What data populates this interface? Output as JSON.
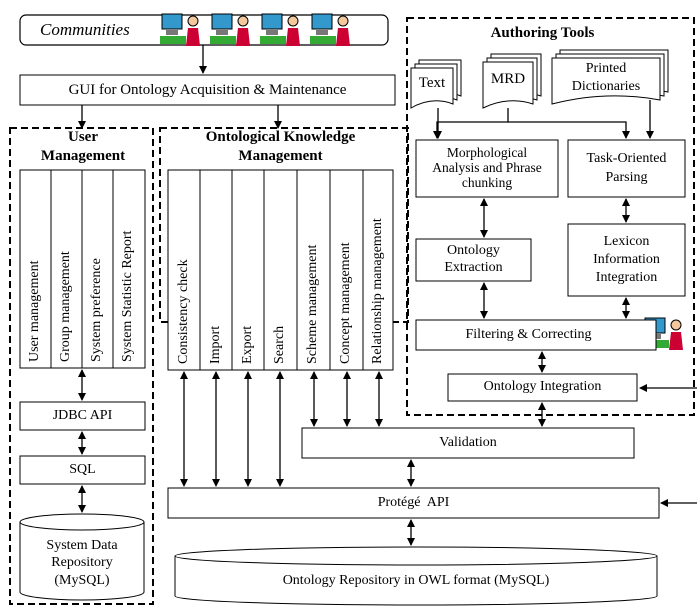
{
  "communities": "Communities",
  "gui": "GUI for Ontology Acquisition & Maintenance",
  "user_mgmt": {
    "title_1": "User",
    "title_2": "Management",
    "modules": [
      "User management",
      "Group management",
      "System preference",
      "System Statistic Report"
    ]
  },
  "okm": {
    "title_1": "Ontological Knowledge",
    "title_2": "Management",
    "modules": [
      "Consistency check",
      "Import",
      "Export",
      "Search",
      "Scheme management",
      "Concept management",
      "Relationship management"
    ]
  },
  "authoring": {
    "title": "Authoring Tools",
    "sources": [
      "Text",
      "MRD",
      "Printed Dictionaries"
    ],
    "morph": [
      "Morphological",
      "Analysis and Phrase",
      "chunking"
    ],
    "task": [
      "Task-Oriented",
      "Parsing"
    ],
    "extraction": [
      "Ontology",
      "Extraction"
    ],
    "lexicon": [
      "Lexicon",
      "Information",
      "Integration"
    ],
    "filtering": "Filtering & Correcting"
  },
  "ontology_integration": "Ontology Integration",
  "jdbc": "JDBC API",
  "sql": "SQL",
  "sysrepo": [
    "System Data",
    "Repository",
    "(MySQL)"
  ],
  "validation": "Validation",
  "protege": "Protégé  API",
  "owl_repo": "Ontology Repository in OWL format (MySQL)"
}
